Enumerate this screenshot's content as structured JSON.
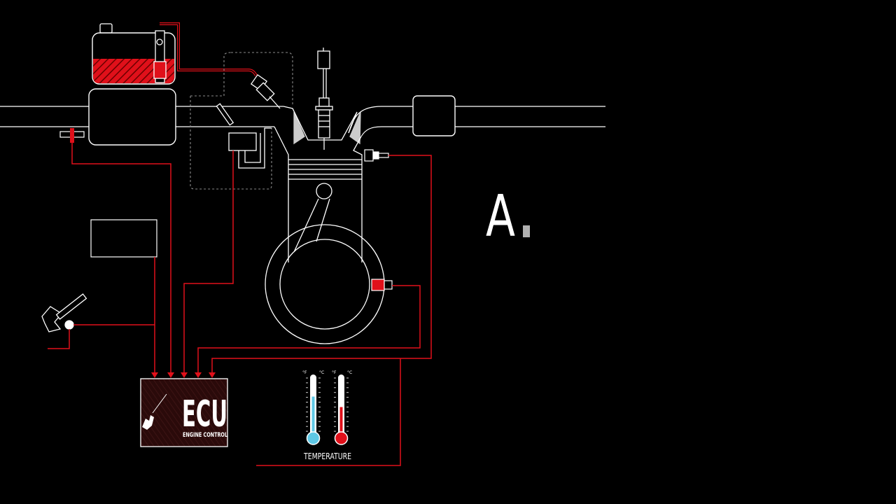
{
  "ecu": {
    "title": "ECU",
    "subtitle": "ENGINE CONTROL"
  },
  "temperature": {
    "label": "TEMPERATURE",
    "left_unit_f": "°F",
    "left_unit_c": "°C",
    "right_unit_f": "°F",
    "right_unit_c": "°C",
    "cold_color": "#5ec8e5",
    "hot_color": "#e0101a",
    "cold_level": 0.68,
    "hot_level": 0.5
  },
  "heading_letter": "A",
  "colors": {
    "background": "#000000",
    "line": "#ffffff",
    "accent": "#e0101a",
    "dashed": "#8a8a8a"
  },
  "icons": [
    "fuel-tank-icon",
    "fuel-pump-icon",
    "fuel-injector-icon",
    "spark-plug-icon",
    "ignition-coil-icon",
    "piston-icon",
    "crankshaft-icon",
    "throttle-valve-icon",
    "air-flow-sensor-icon",
    "coolant-temp-sensor-icon",
    "crank-position-sensor-icon",
    "accelerator-pedal-icon",
    "intake-air-temp-sensor-icon",
    "thermometer-icon"
  ]
}
